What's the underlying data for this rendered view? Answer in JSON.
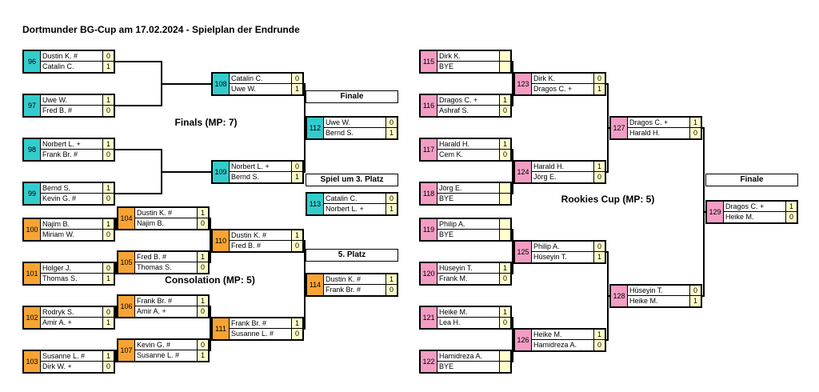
{
  "page": {
    "title": "Dortmunder BG-Cup am 17.02.2024 - Spielplan der Endrunde"
  },
  "colors": {
    "finals": "#33cccc",
    "consolation": "#f7a434",
    "rookies": "#f29dc3",
    "score_bg": "#ffffcc",
    "line": "#000000"
  },
  "sections": [
    {
      "id": "finals",
      "title": "Finals (MP: 7)"
    },
    {
      "id": "consolation",
      "title": "Consolation (MP: 5)"
    },
    {
      "id": "rookies",
      "title": "Rookies Cup (MP: 5)"
    }
  ],
  "headers": [
    {
      "id": "finale-left",
      "label": "Finale"
    },
    {
      "id": "third-place",
      "label": "Spiel um 3. Platz"
    },
    {
      "id": "fifth-place",
      "label": "5. Platz"
    },
    {
      "id": "finale-rookies",
      "label": "Finale"
    }
  ],
  "matches": [
    {
      "no": 96,
      "bracket": "finals",
      "players": [
        {
          "name": "Dustin K. #",
          "score": "0"
        },
        {
          "name": "Catalin C.",
          "score": "1"
        }
      ]
    },
    {
      "no": 97,
      "bracket": "finals",
      "players": [
        {
          "name": "Uwe W.",
          "score": "1"
        },
        {
          "name": "Fred B. #",
          "score": "0"
        }
      ]
    },
    {
      "no": 98,
      "bracket": "finals",
      "players": [
        {
          "name": "Norbert L. +",
          "score": "1"
        },
        {
          "name": "Frank Br. #",
          "score": "0"
        }
      ]
    },
    {
      "no": 99,
      "bracket": "finals",
      "players": [
        {
          "name": "Bernd S.",
          "score": "1"
        },
        {
          "name": "Kevin G. #",
          "score": "0"
        }
      ]
    },
    {
      "no": 108,
      "bracket": "finals",
      "players": [
        {
          "name": "Catalin C.",
          "score": "0"
        },
        {
          "name": "Uwe W.",
          "score": "1"
        }
      ]
    },
    {
      "no": 109,
      "bracket": "finals",
      "players": [
        {
          "name": "Norbert L. +",
          "score": "0"
        },
        {
          "name": "Bernd S.",
          "score": "1"
        }
      ]
    },
    {
      "no": 112,
      "bracket": "finals",
      "players": [
        {
          "name": "Uwe W.",
          "score": "0"
        },
        {
          "name": "Bernd S.",
          "score": "1"
        }
      ]
    },
    {
      "no": 113,
      "bracket": "finals",
      "players": [
        {
          "name": "Catalin C.",
          "score": "0"
        },
        {
          "name": "Norbert L. +",
          "score": "1"
        }
      ]
    },
    {
      "no": 100,
      "bracket": "consolation",
      "players": [
        {
          "name": "Najim B.",
          "score": "1"
        },
        {
          "name": "Miriam W.",
          "score": "0"
        }
      ]
    },
    {
      "no": 101,
      "bracket": "consolation",
      "players": [
        {
          "name": "Holger J.",
          "score": "0"
        },
        {
          "name": "Thomas S.",
          "score": "1"
        }
      ]
    },
    {
      "no": 102,
      "bracket": "consolation",
      "players": [
        {
          "name": "Rodryk S.",
          "score": "0"
        },
        {
          "name": "Amir A. +",
          "score": "1"
        }
      ]
    },
    {
      "no": 103,
      "bracket": "consolation",
      "players": [
        {
          "name": "Susanne L. #",
          "score": "1"
        },
        {
          "name": "Dirk W. +",
          "score": "0"
        }
      ]
    },
    {
      "no": 104,
      "bracket": "consolation",
      "players": [
        {
          "name": "Dustin K. #",
          "score": "1"
        },
        {
          "name": "Najim B.",
          "score": "0"
        }
      ]
    },
    {
      "no": 105,
      "bracket": "consolation",
      "players": [
        {
          "name": "Fred B. #",
          "score": "1"
        },
        {
          "name": "Thomas S.",
          "score": "0"
        }
      ]
    },
    {
      "no": 106,
      "bracket": "consolation",
      "players": [
        {
          "name": "Frank Br. #",
          "score": "1"
        },
        {
          "name": "Amir A. +",
          "score": "0"
        }
      ]
    },
    {
      "no": 107,
      "bracket": "consolation",
      "players": [
        {
          "name": "Kevin G. #",
          "score": "0"
        },
        {
          "name": "Susanne L. #",
          "score": "1"
        }
      ]
    },
    {
      "no": 110,
      "bracket": "consolation",
      "players": [
        {
          "name": "Dustin K. #",
          "score": "1"
        },
        {
          "name": "Fred B. #",
          "score": "0"
        }
      ]
    },
    {
      "no": 111,
      "bracket": "consolation",
      "players": [
        {
          "name": "Frank Br. #",
          "score": "1"
        },
        {
          "name": "Susanne L. #",
          "score": "0"
        }
      ]
    },
    {
      "no": 114,
      "bracket": "consolation",
      "players": [
        {
          "name": "Dustin K. #",
          "score": "1"
        },
        {
          "name": "Frank Br. #",
          "score": "0"
        }
      ]
    },
    {
      "no": 115,
      "bracket": "rookies",
      "players": [
        {
          "name": "Dirk K.",
          "score": ""
        },
        {
          "name": "BYE",
          "score": ""
        }
      ]
    },
    {
      "no": 116,
      "bracket": "rookies",
      "players": [
        {
          "name": "Dragos C. +",
          "score": "1"
        },
        {
          "name": "Ashraf S.",
          "score": "0"
        }
      ]
    },
    {
      "no": 117,
      "bracket": "rookies",
      "players": [
        {
          "name": "Harald H.",
          "score": "1"
        },
        {
          "name": "Cem K.",
          "score": "0"
        }
      ]
    },
    {
      "no": 118,
      "bracket": "rookies",
      "players": [
        {
          "name": "Jörg E.",
          "score": ""
        },
        {
          "name": "BYE",
          "score": ""
        }
      ]
    },
    {
      "no": 119,
      "bracket": "rookies",
      "players": [
        {
          "name": "Philip A.",
          "score": ""
        },
        {
          "name": "BYE",
          "score": ""
        }
      ]
    },
    {
      "no": 120,
      "bracket": "rookies",
      "players": [
        {
          "name": "Hüseyin T.",
          "score": "1"
        },
        {
          "name": "Frank M.",
          "score": "0"
        }
      ]
    },
    {
      "no": 121,
      "bracket": "rookies",
      "players": [
        {
          "name": "Heike M.",
          "score": "1"
        },
        {
          "name": "Lea H.",
          "score": "0"
        }
      ]
    },
    {
      "no": 122,
      "bracket": "rookies",
      "players": [
        {
          "name": "Hamidreza A.",
          "score": ""
        },
        {
          "name": "BYE",
          "score": ""
        }
      ]
    },
    {
      "no": 123,
      "bracket": "rookies",
      "players": [
        {
          "name": "Dirk K.",
          "score": "0"
        },
        {
          "name": "Dragos C. +",
          "score": "1"
        }
      ]
    },
    {
      "no": 124,
      "bracket": "rookies",
      "players": [
        {
          "name": "Harald H.",
          "score": "1"
        },
        {
          "name": "Jörg E.",
          "score": "0"
        }
      ]
    },
    {
      "no": 125,
      "bracket": "rookies",
      "players": [
        {
          "name": "Philip A.",
          "score": "0"
        },
        {
          "name": "Hüseyin T.",
          "score": "1"
        }
      ]
    },
    {
      "no": 126,
      "bracket": "rookies",
      "players": [
        {
          "name": "Heike M.",
          "score": "1"
        },
        {
          "name": "Hamidreza A.",
          "score": "0"
        }
      ]
    },
    {
      "no": 127,
      "bracket": "rookies",
      "players": [
        {
          "name": "Dragos C. +",
          "score": "1"
        },
        {
          "name": "Harald H.",
          "score": "0"
        }
      ]
    },
    {
      "no": 128,
      "bracket": "rookies",
      "players": [
        {
          "name": "Hüseyin T.",
          "score": "0"
        },
        {
          "name": "Heike M.",
          "score": "1"
        }
      ]
    },
    {
      "no": 129,
      "bracket": "rookies",
      "players": [
        {
          "name": "Dragos C. +",
          "score": "1"
        },
        {
          "name": "Heike M.",
          "score": "0"
        }
      ]
    }
  ]
}
